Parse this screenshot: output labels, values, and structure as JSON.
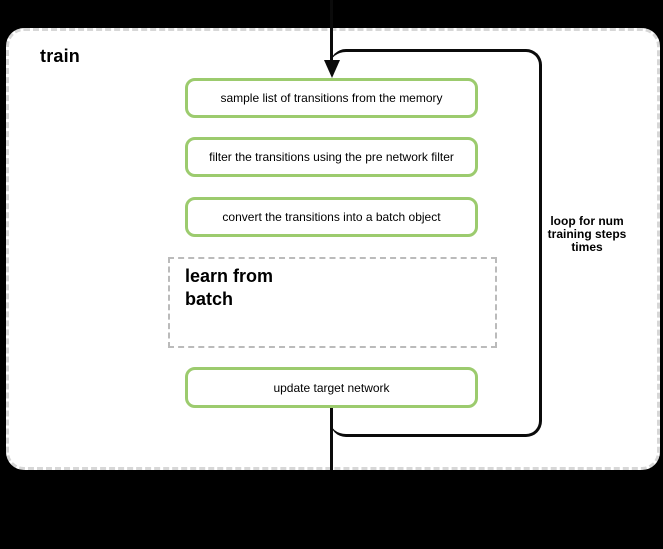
{
  "diagram": {
    "title": "train",
    "steps": [
      "sample list of transitions from the memory",
      "filter the transitions using the pre network filter",
      "convert the transitions into a batch object"
    ],
    "subprocess_label": "learn from\nbatch",
    "final_step": "update target network",
    "loop_label": "loop for num\ntraining steps\ntimes",
    "colors": {
      "step_border": "#9ccb6e",
      "loop_border": "#0b0b0b",
      "container_bg": "#ffffff",
      "container_border": "#d7d7d7",
      "page_bg": "#000000"
    }
  }
}
